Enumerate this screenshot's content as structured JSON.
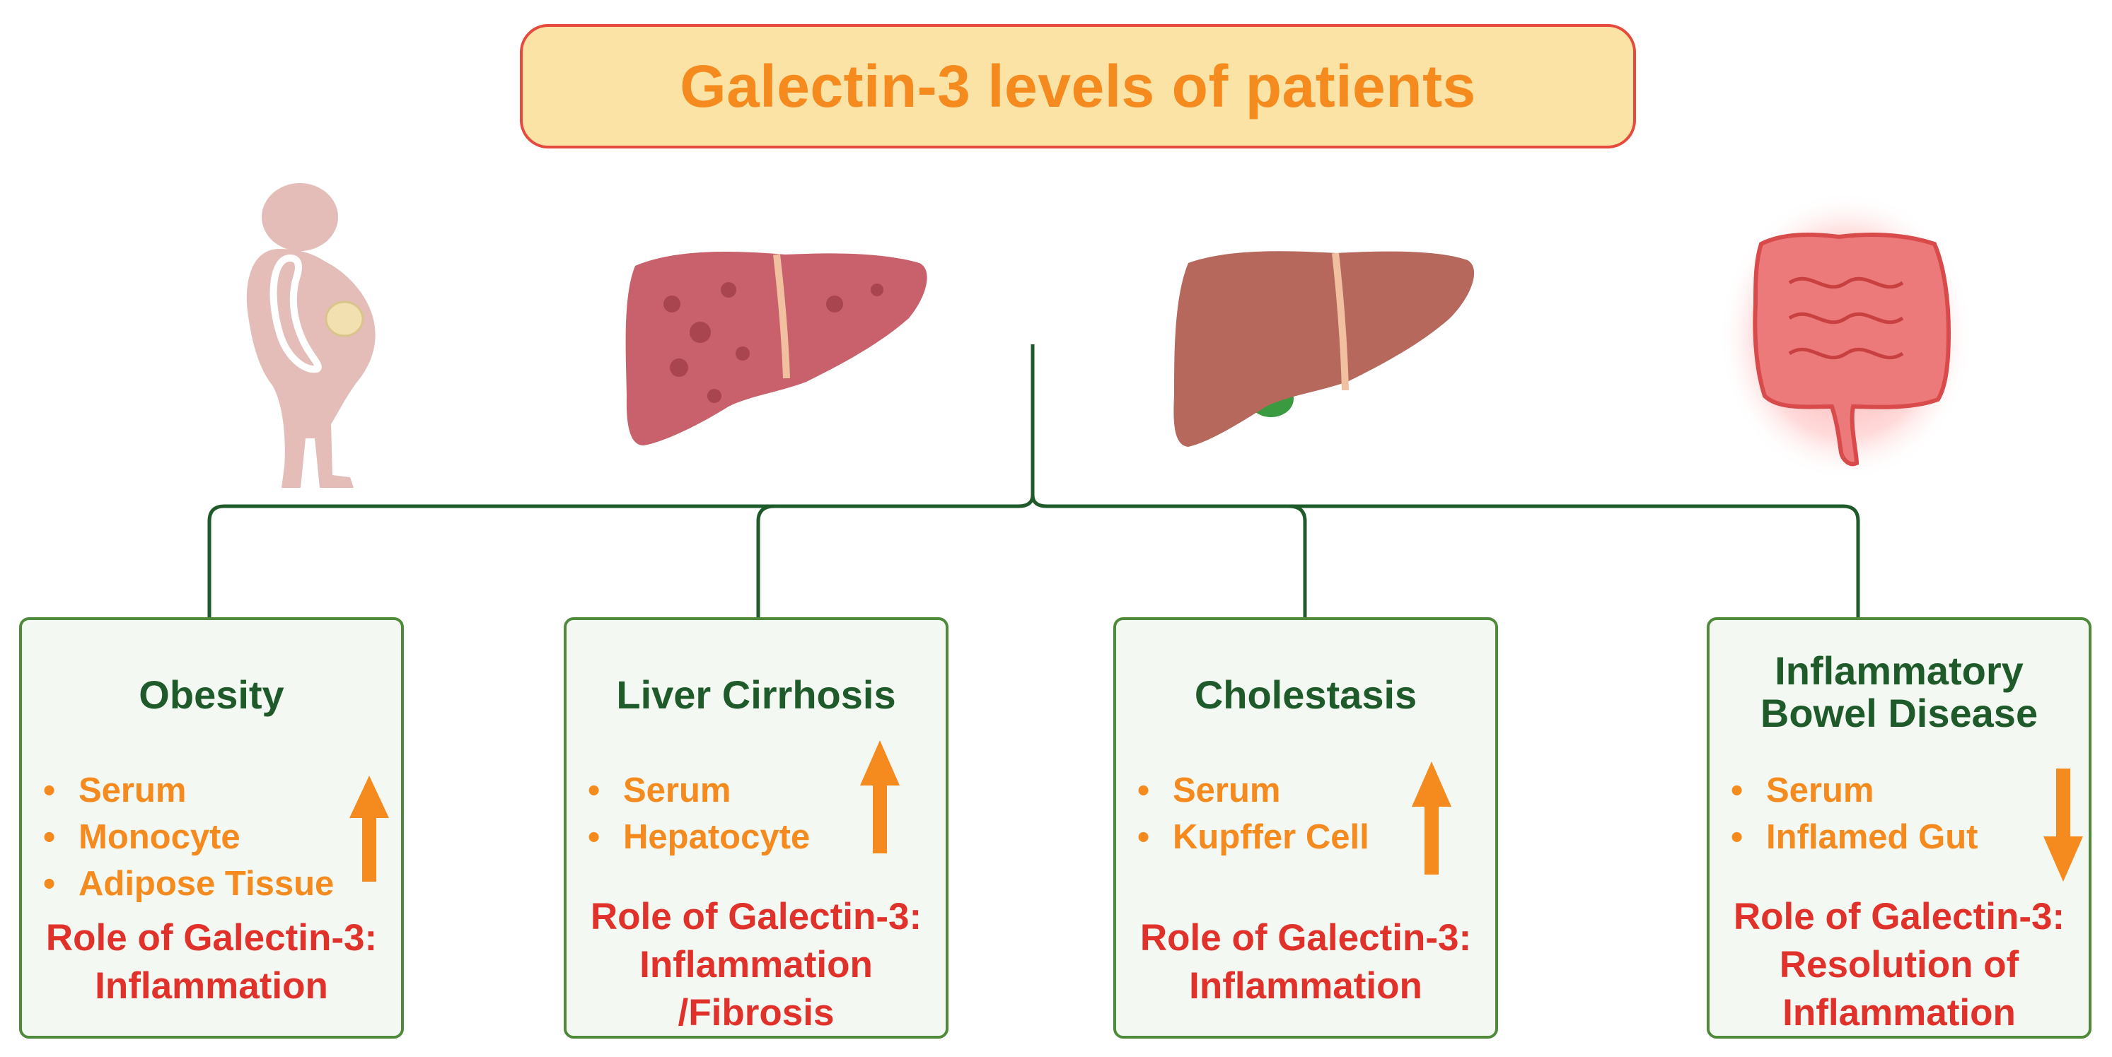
{
  "title": "Galectin-3 levels of patients",
  "colors": {
    "title_text": "#f58a1f",
    "title_fill": "#fbe3a6",
    "title_border": "#e64a3c",
    "connector": "#1f5a2b",
    "card_border": "#4e8a3a",
    "card_fill": "#f3f9f2",
    "card_title": "#1f5a2b",
    "bullet_text": "#f58a1f",
    "role_text": "#e0322b",
    "arrow": "#f58a1f"
  },
  "illustrations": [
    {
      "name": "obese-person-icon"
    },
    {
      "name": "cirrhotic-liver-icon"
    },
    {
      "name": "cholestatic-liver-icon"
    },
    {
      "name": "inflamed-intestine-icon"
    }
  ],
  "cards": [
    {
      "title_lines": [
        "Obesity"
      ],
      "bullets": [
        "Serum",
        "Monocyte",
        "Adipose Tissue"
      ],
      "trend": "up",
      "role_lines": [
        "Role of Galectin-3:",
        "Inflammation"
      ]
    },
    {
      "title_lines": [
        "Liver Cirrhosis"
      ],
      "bullets": [
        "Serum",
        "Hepatocyte"
      ],
      "trend": "up",
      "role_lines": [
        "Role of Galectin-3:",
        "Inflammation",
        "/Fibrosis"
      ]
    },
    {
      "title_lines": [
        "Cholestasis"
      ],
      "bullets": [
        "Serum",
        "Kupffer Cell"
      ],
      "trend": "up",
      "role_lines": [
        "Role of Galectin-3:",
        "Inflammation"
      ]
    },
    {
      "title_lines": [
        "Inflammatory",
        "Bowel Disease"
      ],
      "bullets": [
        "Serum",
        "Inflamed Gut"
      ],
      "trend": "down",
      "role_lines": [
        "Role of Galectin-3:",
        "Resolution of",
        "Inflammation"
      ]
    }
  ]
}
